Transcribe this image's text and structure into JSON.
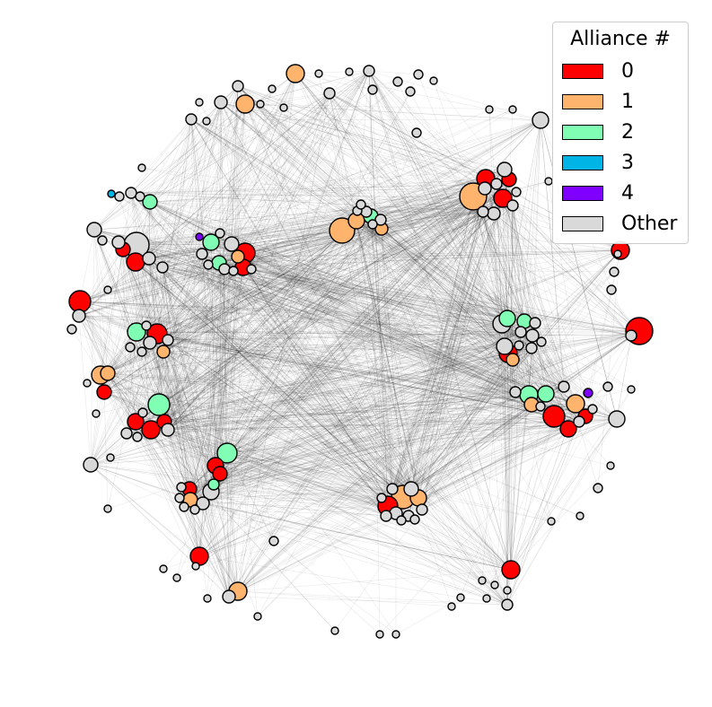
{
  "legend": {
    "title": "Alliance #",
    "items": [
      {
        "label": "0",
        "color": "#ff0000"
      },
      {
        "label": "1",
        "color": "#ffb46e"
      },
      {
        "label": "2",
        "color": "#80ffb4"
      },
      {
        "label": "3",
        "color": "#00b4e6"
      },
      {
        "label": "4",
        "color": "#7f00ff"
      },
      {
        "label": "Other",
        "color": "#d9d9d9"
      }
    ]
  }
}
